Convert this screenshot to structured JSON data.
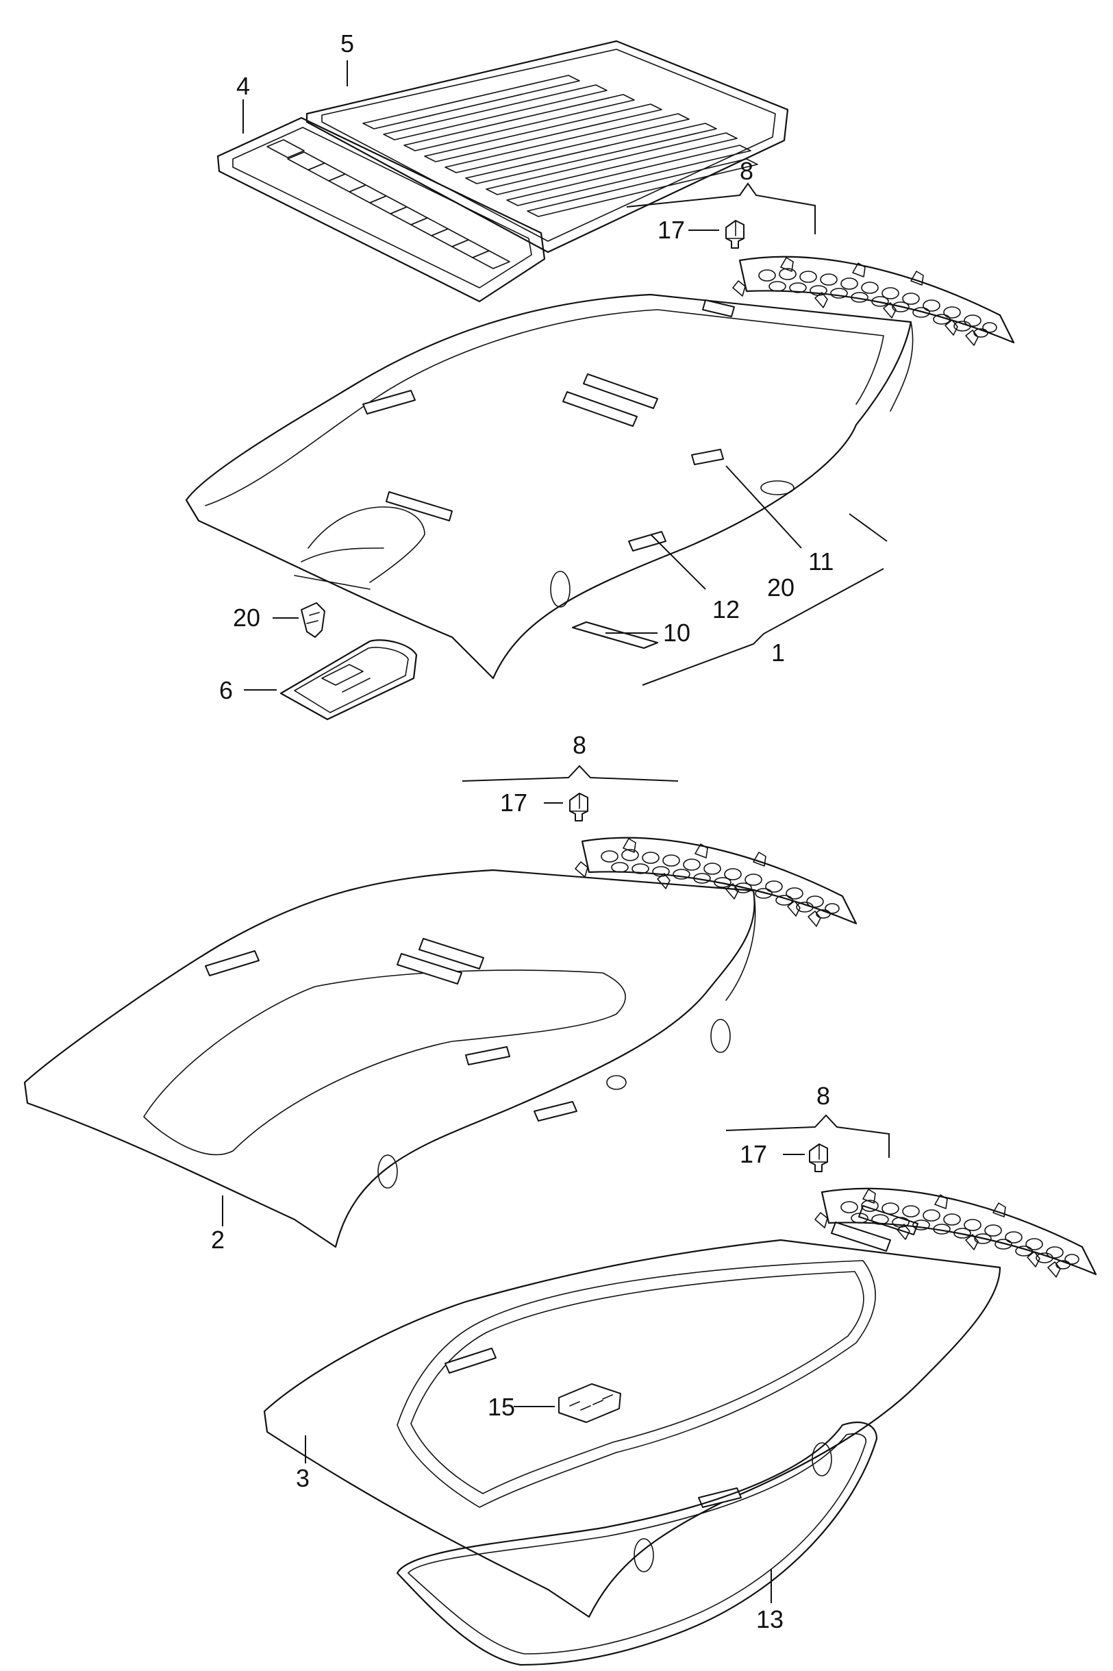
{
  "callouts": [
    {
      "id": "c5",
      "text": "5"
    },
    {
      "id": "c4",
      "text": "4"
    },
    {
      "id": "c8a",
      "text": "8"
    },
    {
      "id": "c17a",
      "text": "17"
    },
    {
      "id": "c11",
      "text": "11"
    },
    {
      "id": "c20a",
      "text": "20"
    },
    {
      "id": "c12",
      "text": "12"
    },
    {
      "id": "c10",
      "text": "10"
    },
    {
      "id": "c1",
      "text": "1"
    },
    {
      "id": "c20b",
      "text": "20"
    },
    {
      "id": "c6",
      "text": "6"
    },
    {
      "id": "c8b",
      "text": "8"
    },
    {
      "id": "c17b",
      "text": "17"
    },
    {
      "id": "c2",
      "text": "2"
    },
    {
      "id": "c8c",
      "text": "8"
    },
    {
      "id": "c17c",
      "text": "17"
    },
    {
      "id": "c15",
      "text": "15"
    },
    {
      "id": "c3",
      "text": "3"
    },
    {
      "id": "c13",
      "text": "13"
    }
  ]
}
